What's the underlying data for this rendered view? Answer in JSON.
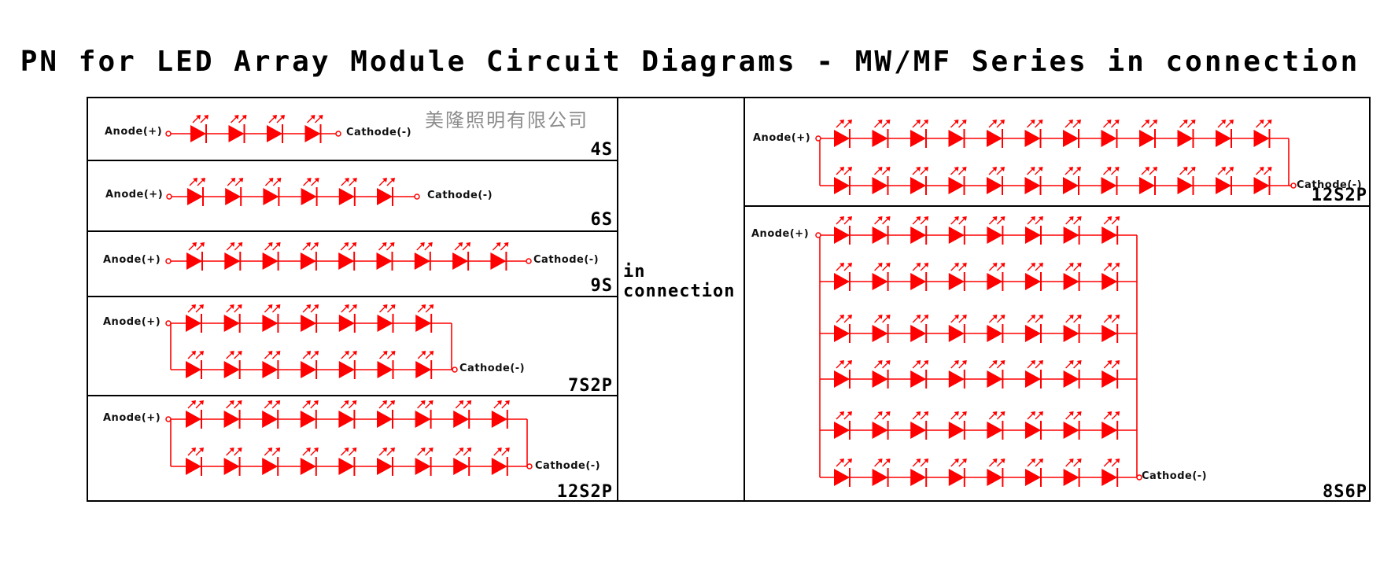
{
  "title": "PN for LED Array Module Circuit Diagrams - MW/MF Series in connection",
  "brand": "美隆照明有限公司",
  "center_label": [
    "in",
    "connection"
  ],
  "anode_label": "Anode(+)",
  "cathode_label": "Cathode(-)",
  "led_color": "#ff0000",
  "modules": [
    {
      "code": "4S",
      "series": 4,
      "parallel": 1
    },
    {
      "code": "6S",
      "series": 6,
      "parallel": 1
    },
    {
      "code": "9S",
      "series": 9,
      "parallel": 1
    },
    {
      "code": "7S2P",
      "series": 7,
      "parallel": 2
    },
    {
      "code": "12S2P",
      "series": 9,
      "parallel": 2
    },
    {
      "code": "12S2P",
      "series": 12,
      "parallel": 2
    },
    {
      "code": "8S6P",
      "series": 8,
      "parallel": 6
    }
  ]
}
